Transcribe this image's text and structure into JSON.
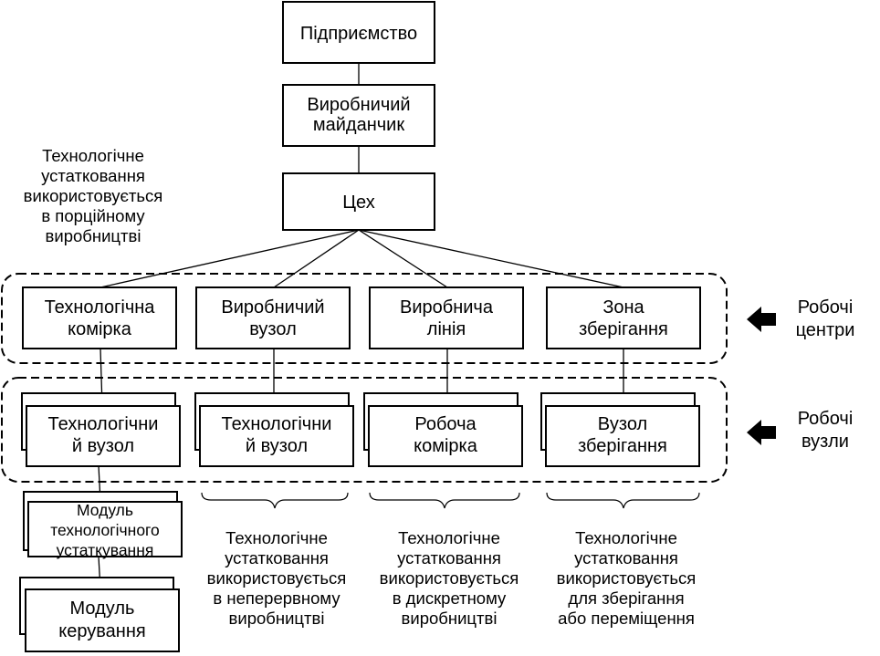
{
  "nodes": {
    "enterprise": "Підприємство",
    "site": [
      "Виробничий",
      "майданчик"
    ],
    "shop": "Цех"
  },
  "work_centers": {
    "label": [
      "Робочі",
      "центри"
    ],
    "items": [
      [
        "Технологічна",
        "комірка"
      ],
      [
        "Виробничий",
        "вузол"
      ],
      [
        "Виробнича",
        "лінія"
      ],
      [
        "Зона",
        "зберігання"
      ]
    ]
  },
  "work_units": {
    "label": [
      "Робочі",
      "вузли"
    ],
    "items": [
      [
        "Технологічни",
        "й вузол"
      ],
      [
        "Технологічни",
        "й вузол"
      ],
      [
        "Робоча",
        "комірка"
      ],
      [
        "Вузол",
        "зберігання"
      ]
    ]
  },
  "modules": {
    "equipment_module": [
      "Модуль",
      "технологічного",
      "устаткування"
    ],
    "control_module": [
      "Модуль",
      "керування"
    ]
  },
  "annotations": {
    "batch": [
      "Технологічне",
      "устатковання",
      "використовується",
      "в порційному",
      "виробництві"
    ],
    "continuous": [
      "Технологічне",
      "устатковання",
      "використовується",
      "в неперервному",
      "виробництві"
    ],
    "discrete": [
      "Технологічне",
      "устатковання",
      "використовується",
      "в дискретному",
      "виробництві"
    ],
    "storage": [
      "Технологічне",
      "устатковання",
      "використовується",
      "для зберігання",
      "або переміщення"
    ]
  },
  "colors": {
    "stroke": "#000000",
    "fill": "#ffffff"
  },
  "icons": {
    "pointer": "left-arrow-icon"
  }
}
